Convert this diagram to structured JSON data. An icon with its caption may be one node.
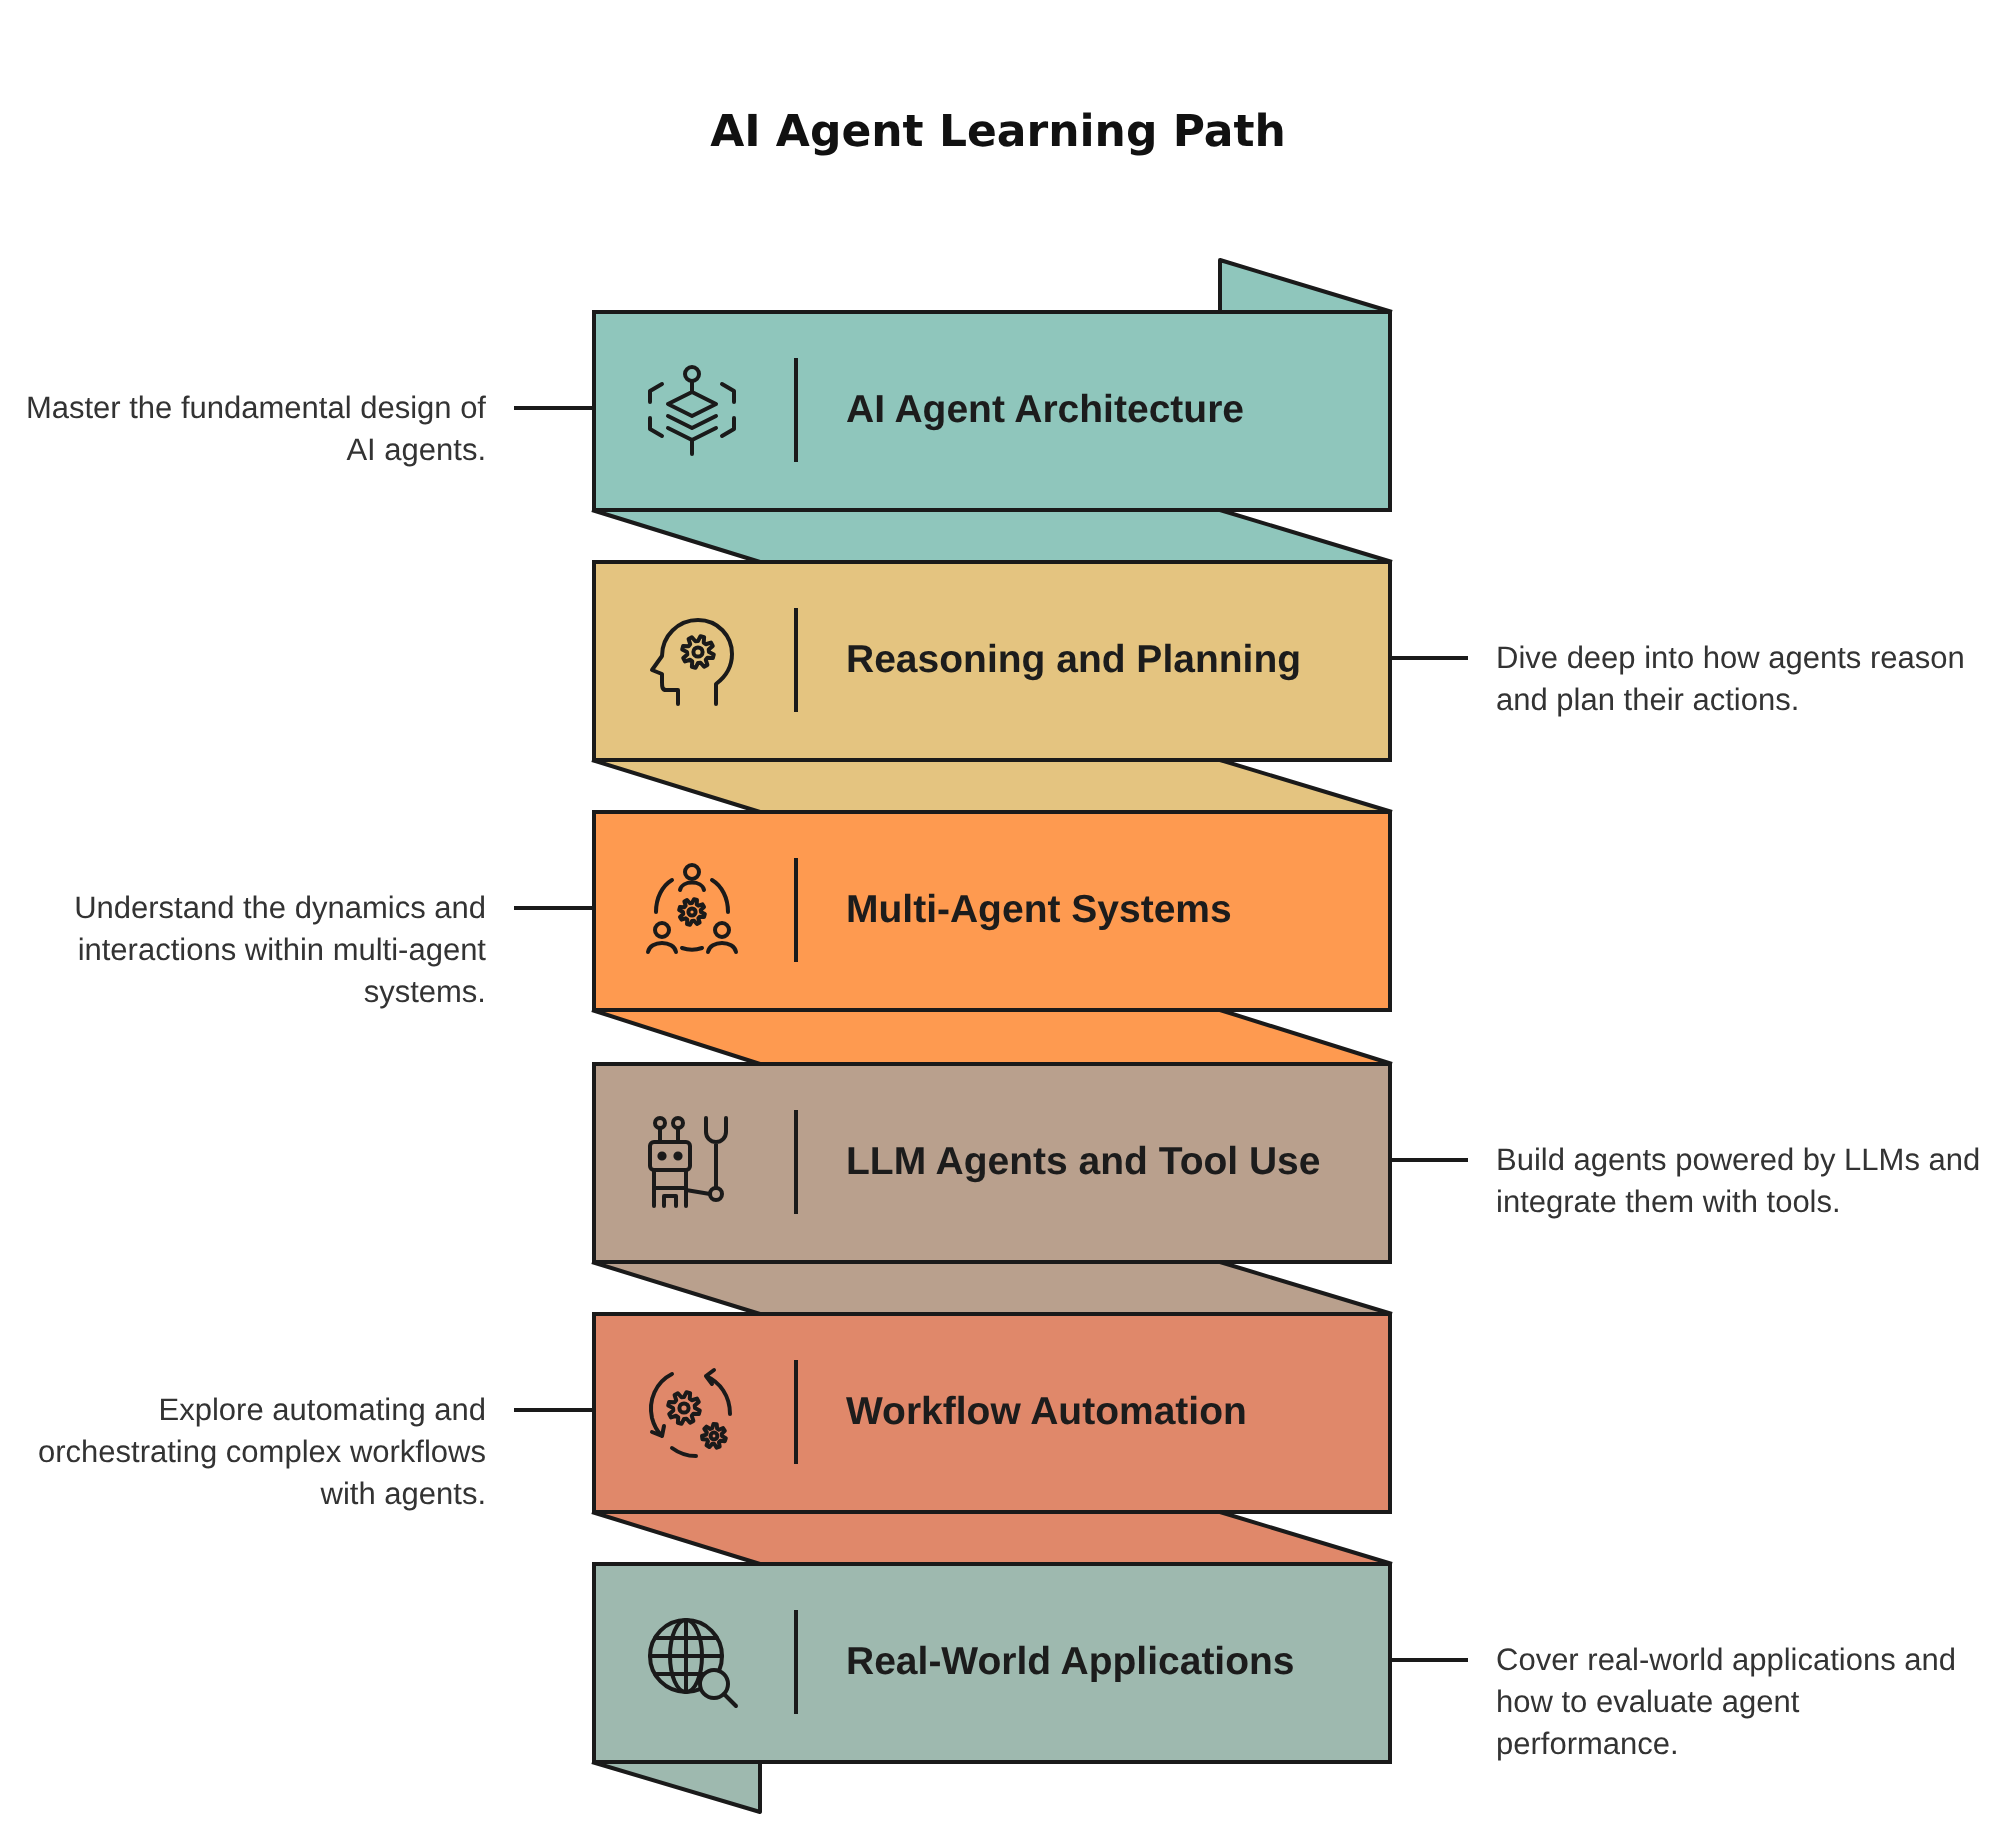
{
  "diagram": {
    "title": "AI Agent Learning Path",
    "nodes": [
      {
        "text": [
          "Master the fundamental design of AI agents."
        ]
      },
      {
        "text": [
          "AI Agent Architecture"
        ]
      },
      {
        "text": [
          "Reasoning and Planning"
        ]
      },
      {
        "text": [
          "Dive deep into how agents reason and plan their actions."
        ]
      },
      {
        "text": [
          "Understand the dynamics and interactions within multi-agent systems."
        ]
      },
      {
        "text": [
          "Multi-Agent Systems"
        ]
      },
      {
        "text": [
          "LLM Agents and Tool Use"
        ]
      },
      {
        "text": [
          "Build agents powered by LLMs and integrate them with tools."
        ]
      },
      {
        "text": [
          "Explore automating and orchestrating complex workflows with agents."
        ]
      },
      {
        "text": [
          "Workflow Automation"
        ]
      },
      {
        "text": [
          "Real-World Applications"
        ]
      },
      {
        "text": [
          "Cover real-world applications and how to evaluate agent performance."
        ]
      }
    ],
    "edges": [
      {
        "from": 0,
        "to": 1,
        "arrow": "none"
      },
      {
        "from": 3,
        "to": 2,
        "arrow": "none"
      },
      {
        "from": 4,
        "to": 5,
        "arrow": "none"
      },
      {
        "from": 7,
        "to": 6,
        "arrow": "none"
      },
      {
        "from": 8,
        "to": 9,
        "arrow": "none"
      },
      {
        "from": 11,
        "to": 10,
        "arrow": "none"
      }
    ]
  }
}
